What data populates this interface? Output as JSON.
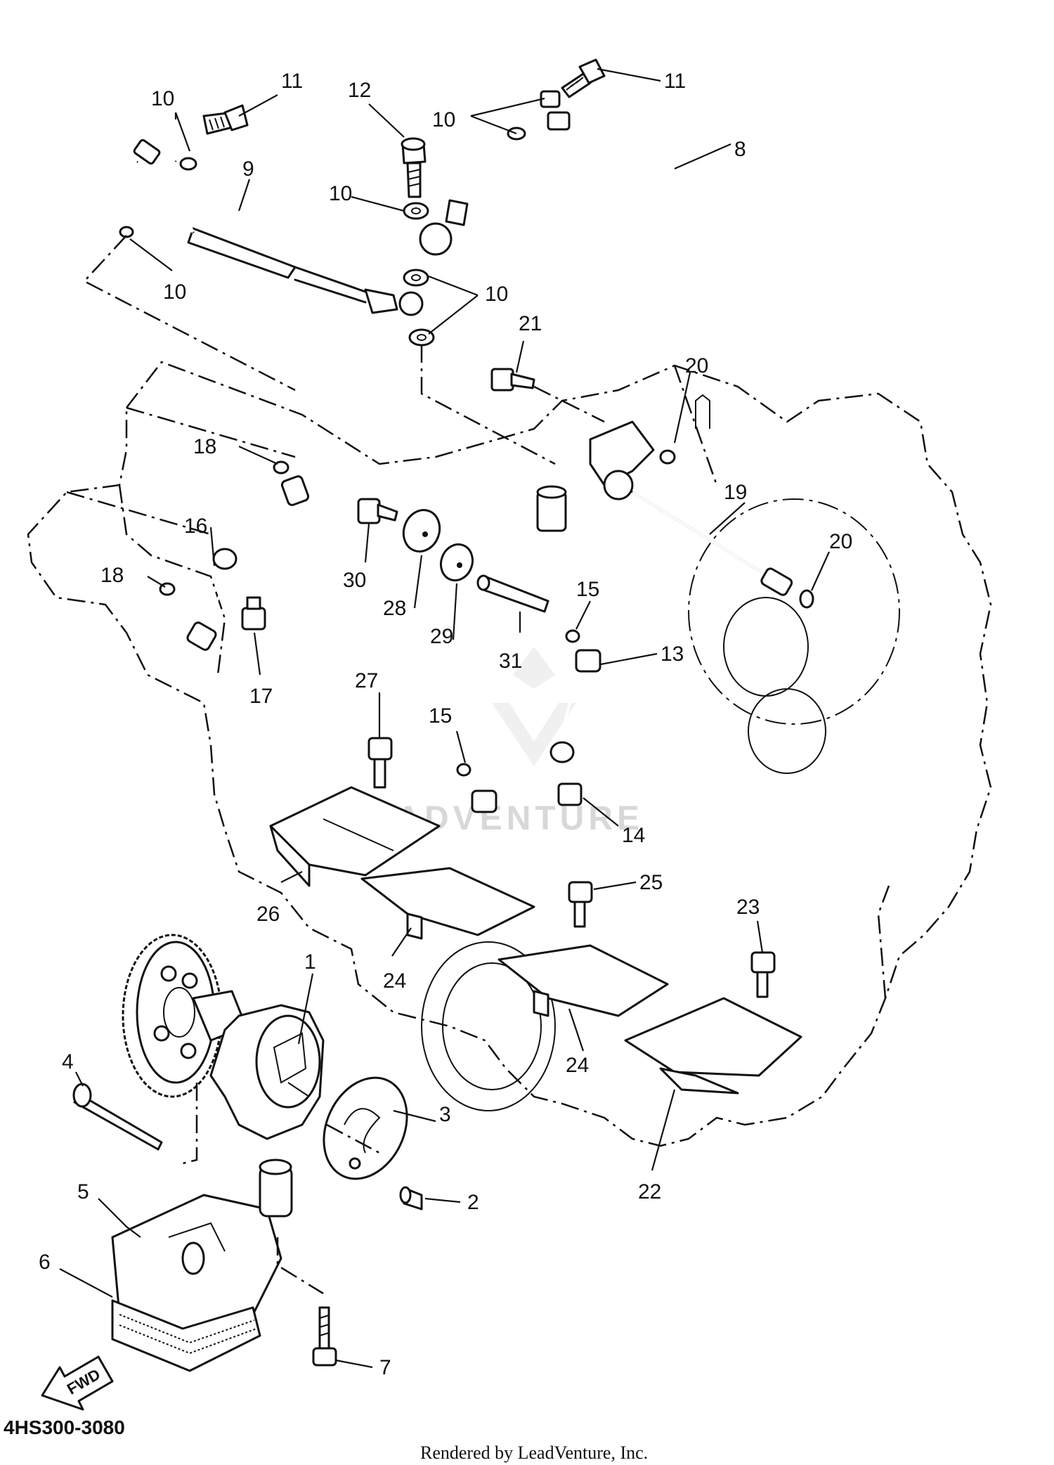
{
  "labels": {
    "p1": "1",
    "p2": "2",
    "p3": "3",
    "p4": "4",
    "p5": "5",
    "p6": "6",
    "p7": "7",
    "p8": "8",
    "p9": "9",
    "p10a": "10",
    "p10b": "10",
    "p10c": "10",
    "p10d": "10",
    "p10e": "10",
    "p11a": "11",
    "p11b": "11",
    "p12": "12",
    "p13": "13",
    "p14": "14",
    "p15a": "15",
    "p15b": "15",
    "p16": "16",
    "p17": "17",
    "p18a": "18",
    "p18b": "18",
    "p19": "19",
    "p20a": "20",
    "p20b": "20",
    "p21": "21",
    "p22": "22",
    "p23": "23",
    "p24a": "24",
    "p24b": "24",
    "p25": "25",
    "p26": "26",
    "p27": "27",
    "p28": "28",
    "p29": "29",
    "p30": "30",
    "p31": "31"
  },
  "forward_arrow_label": "FWD",
  "diagram_code": "4HS300-3080",
  "watermark": "LEADVENTURE",
  "credit": "Rendered by LeadVenture, Inc."
}
